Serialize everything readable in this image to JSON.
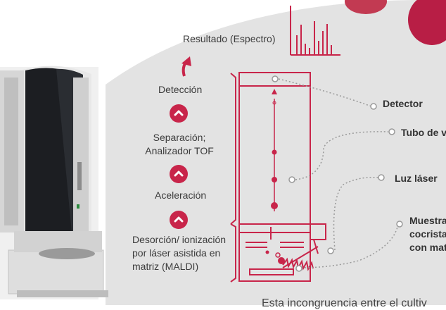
{
  "colors": {
    "accent": "#c8254a",
    "text": "#3c3c3c",
    "background_gray": "#e3e3e3",
    "dotted": "#9a9a9a"
  },
  "labels": {
    "result": "Resultado (Espectro)",
    "detection": "Detección",
    "separation_line1": "Separación;",
    "separation_line2": "Analizador TOF",
    "acceleration": "Aceleración",
    "desorption_line1": "Desorción/ ionización",
    "desorption_line2": "por láser asistida en",
    "desorption_line3": "matriz (MALDI)"
  },
  "side_labels": {
    "detector": "Detector",
    "tube": "Tubo de vu",
    "laser": "Luz láser",
    "sample_line1": "Muestra",
    "sample_line2": "cocristal",
    "sample_line3": "con mat"
  },
  "footer": {
    "partial_text": "Esta incongruencia entre el cultiv"
  },
  "icons": {
    "arrow": "curved-up-arrow-icon",
    "chevron": "chevron-up-icon",
    "spectrum": "mass-spectrum-icon",
    "instrument": "maldi-tof-instrument-image"
  }
}
